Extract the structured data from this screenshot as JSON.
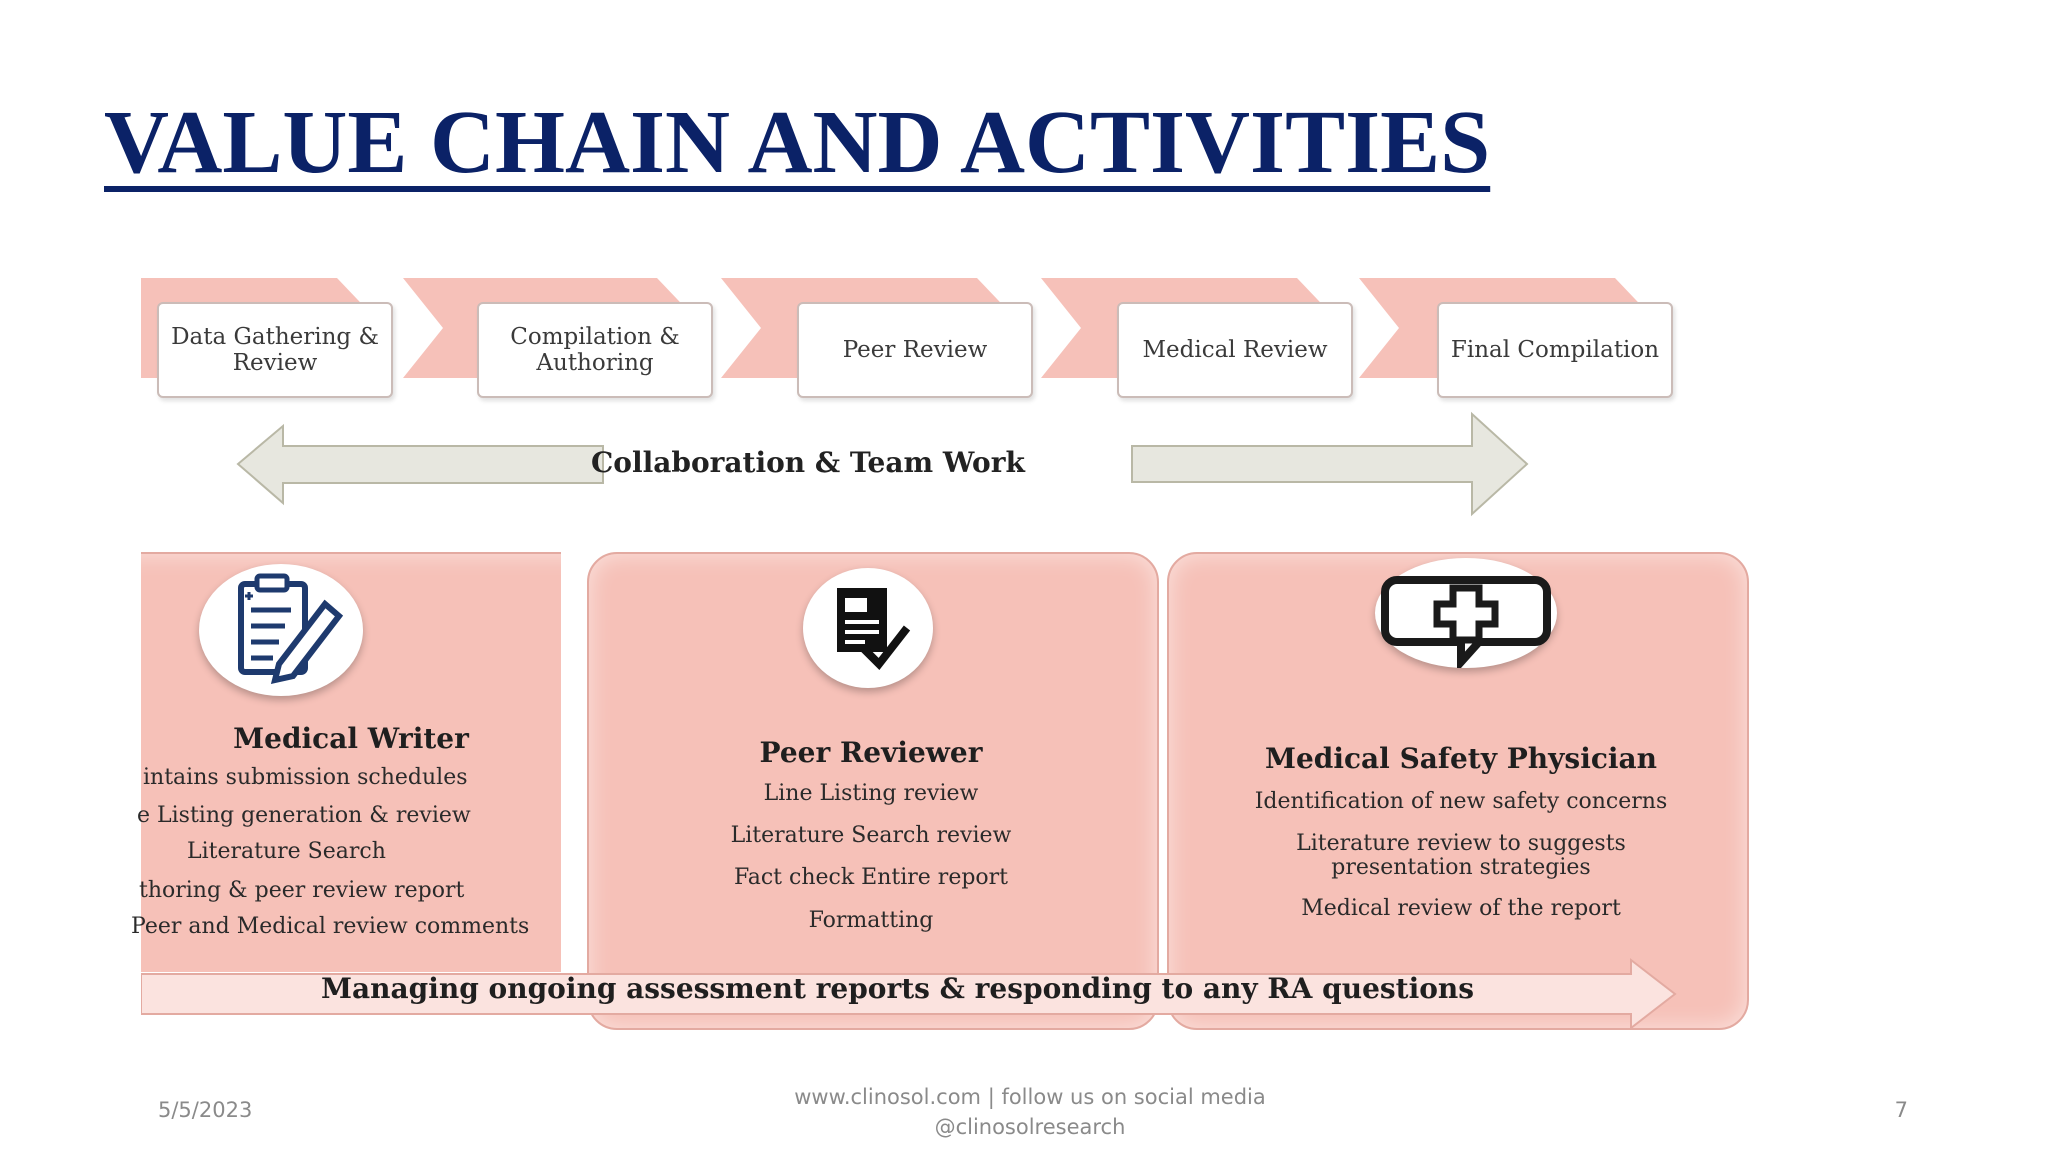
{
  "slide": {
    "title": "VALUE CHAIN AND ACTIVITIES"
  },
  "process": {
    "steps": [
      {
        "label": "Data Gathering & Review"
      },
      {
        "label": "Compilation & Authoring"
      },
      {
        "label": "Peer Review"
      },
      {
        "label": "Medical Review"
      },
      {
        "label": "Final Compilation"
      }
    ],
    "collaboration": "Collaboration & Team Work"
  },
  "roles": [
    {
      "title": "Medical Writer",
      "icon": "document-edit-icon",
      "items": [
        "intains submission schedules",
        "e Listing generation & review",
        "Literature Search",
        "thoring & peer review report",
        "Peer and Medical review comments"
      ]
    },
    {
      "title": "Peer Reviewer",
      "icon": "document-check-icon",
      "items": [
        "Line Listing review",
        "Literature Search review",
        "Fact check Entire report",
        "Formatting"
      ]
    },
    {
      "title": "Medical Safety Physician",
      "icon": "medical-cross-chat-icon",
      "items": [
        "Identification of new safety concerns",
        "Literature review to suggests presentation strategies",
        "Medical review of the report"
      ]
    }
  ],
  "banner": {
    "text": "Managing ongoing assessment reports & responding to any RA questions"
  },
  "footer": {
    "date": "5/5/2023",
    "line1": "www.clinosol.com | follow us on social media",
    "line2": "@clinosolresearch",
    "page": "7"
  },
  "colors": {
    "title": "#0b2267",
    "panel": "#f6c1b8",
    "chevron": "#f4b6ad",
    "arrow": "#e7e7df"
  }
}
